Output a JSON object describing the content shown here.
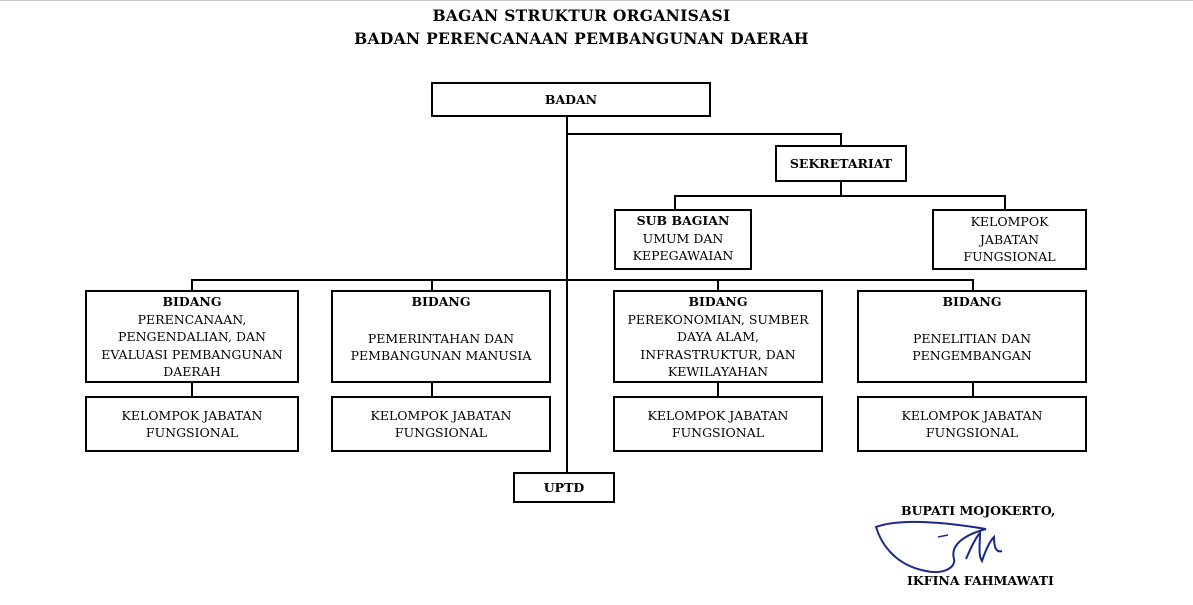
{
  "header": {
    "title_line1": "BAGAN STRUKTUR  ORGANISASI",
    "title_line2": "BADAN PERENCANAAN PEMBANGUNAN DAERAH"
  },
  "chart": {
    "badan": "BADAN",
    "sekretariat": "SEKRETARIAT",
    "sub_bagian": {
      "head": "SUB BAGIAN",
      "body": "UMUM DAN\nKEPEGAWAIAN"
    },
    "sekretariat_jf": "KELOMPOK\nJABATAN\nFUNGSIONAL",
    "bidang": [
      {
        "head": "BIDANG",
        "body": "PERENCANAAN,\nPENGENDALIAN, DAN\nEVALUASI PEMBANGUNAN\nDAERAH",
        "jf": "KELOMPOK JABATAN\nFUNGSIONAL"
      },
      {
        "head": "BIDANG",
        "body": "PEMERINTAHAN DAN\nPEMBANGUNAN MANUSIA",
        "jf": "KELOMPOK JABATAN\nFUNGSIONAL"
      },
      {
        "head": "BIDANG",
        "body": "PEREKONOMIAN, SUMBER\nDAYA ALAM,\nINFRASTRUKTUR, DAN\nKEWILAYAHAN",
        "jf": "KELOMPOK JABATAN\nFUNGSIONAL"
      },
      {
        "head": "BIDANG",
        "body": "PENELITIAN DAN\nPENGEMBANGAN",
        "jf": "KELOMPOK JABATAN\nFUNGSIONAL"
      }
    ],
    "uptd": "UPTD"
  },
  "signature": {
    "position": "BUPATI MOJOKERTO,",
    "name": "IKFINA FAHMAWATI"
  }
}
